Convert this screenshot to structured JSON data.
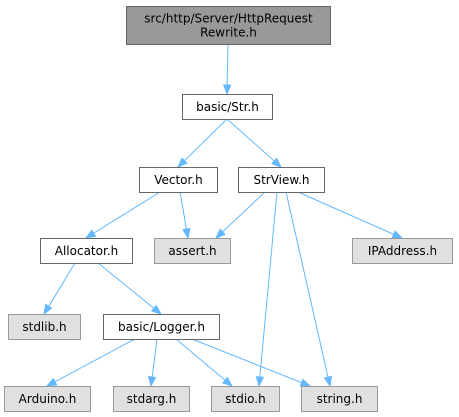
{
  "colors": {
    "root_fill": "#999999",
    "root_stroke": "#666666",
    "documented_fill": "#ffffff",
    "documented_stroke": "#666666",
    "external_fill": "#e0e0e0",
    "external_stroke": "#999999",
    "edge": "#63b8ff"
  },
  "nodes": {
    "root": {
      "lines": [
        "src/http/Server/HttpRequest",
        "Rewrite.h"
      ],
      "kind": "root"
    },
    "str": {
      "lines": [
        "basic/Str.h"
      ],
      "kind": "documented"
    },
    "vector": {
      "lines": [
        "Vector.h"
      ],
      "kind": "documented"
    },
    "strview": {
      "lines": [
        "StrView.h"
      ],
      "kind": "documented"
    },
    "allocator": {
      "lines": [
        "Allocator.h"
      ],
      "kind": "documented"
    },
    "assert": {
      "lines": [
        "assert.h"
      ],
      "kind": "external"
    },
    "ipaddress": {
      "lines": [
        "IPAddress.h"
      ],
      "kind": "external"
    },
    "stdlib": {
      "lines": [
        "stdlib.h"
      ],
      "kind": "external"
    },
    "logger": {
      "lines": [
        "basic/Logger.h"
      ],
      "kind": "documented"
    },
    "arduino": {
      "lines": [
        "Arduino.h"
      ],
      "kind": "external"
    },
    "stdarg": {
      "lines": [
        "stdarg.h"
      ],
      "kind": "external"
    },
    "stdio": {
      "lines": [
        "stdio.h"
      ],
      "kind": "external"
    },
    "string": {
      "lines": [
        "string.h"
      ],
      "kind": "external"
    }
  },
  "edges": [
    [
      "root",
      "str"
    ],
    [
      "str",
      "vector"
    ],
    [
      "str",
      "strview"
    ],
    [
      "vector",
      "allocator"
    ],
    [
      "vector",
      "assert"
    ],
    [
      "strview",
      "assert"
    ],
    [
      "strview",
      "ipaddress"
    ],
    [
      "strview",
      "stdio"
    ],
    [
      "strview",
      "string"
    ],
    [
      "allocator",
      "stdlib"
    ],
    [
      "allocator",
      "logger"
    ],
    [
      "logger",
      "arduino"
    ],
    [
      "logger",
      "stdarg"
    ],
    [
      "logger",
      "stdio"
    ],
    [
      "logger",
      "string"
    ]
  ]
}
